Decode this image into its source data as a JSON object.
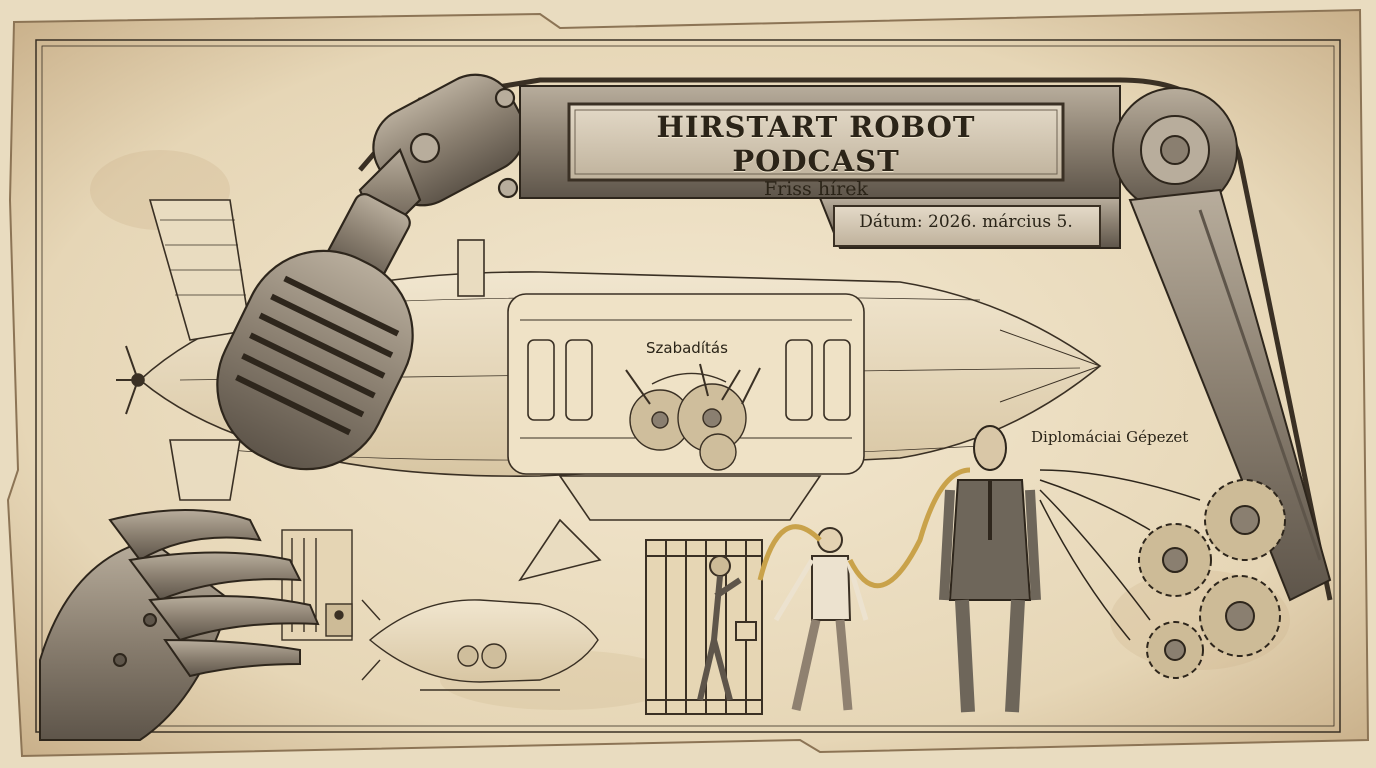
{
  "header": {
    "title": "HIRSTART ROBOT PODCAST",
    "subtitle": "Friss hírek",
    "date": "Dátum: 2026. március 5."
  },
  "labels": {
    "liberation": "Szabadítás",
    "diplomacy": "Diplomáciai Gépezet"
  },
  "icons": [
    "microphone-icon",
    "airship-icon",
    "robot-claw-icon",
    "cage-icon",
    "gear-icon",
    "robotic-arm-icon"
  ],
  "colors": {
    "paper": "#e9dcc0",
    "ink": "#2b2418",
    "metal": "#8a7f70",
    "brass": "#c9a24a"
  }
}
